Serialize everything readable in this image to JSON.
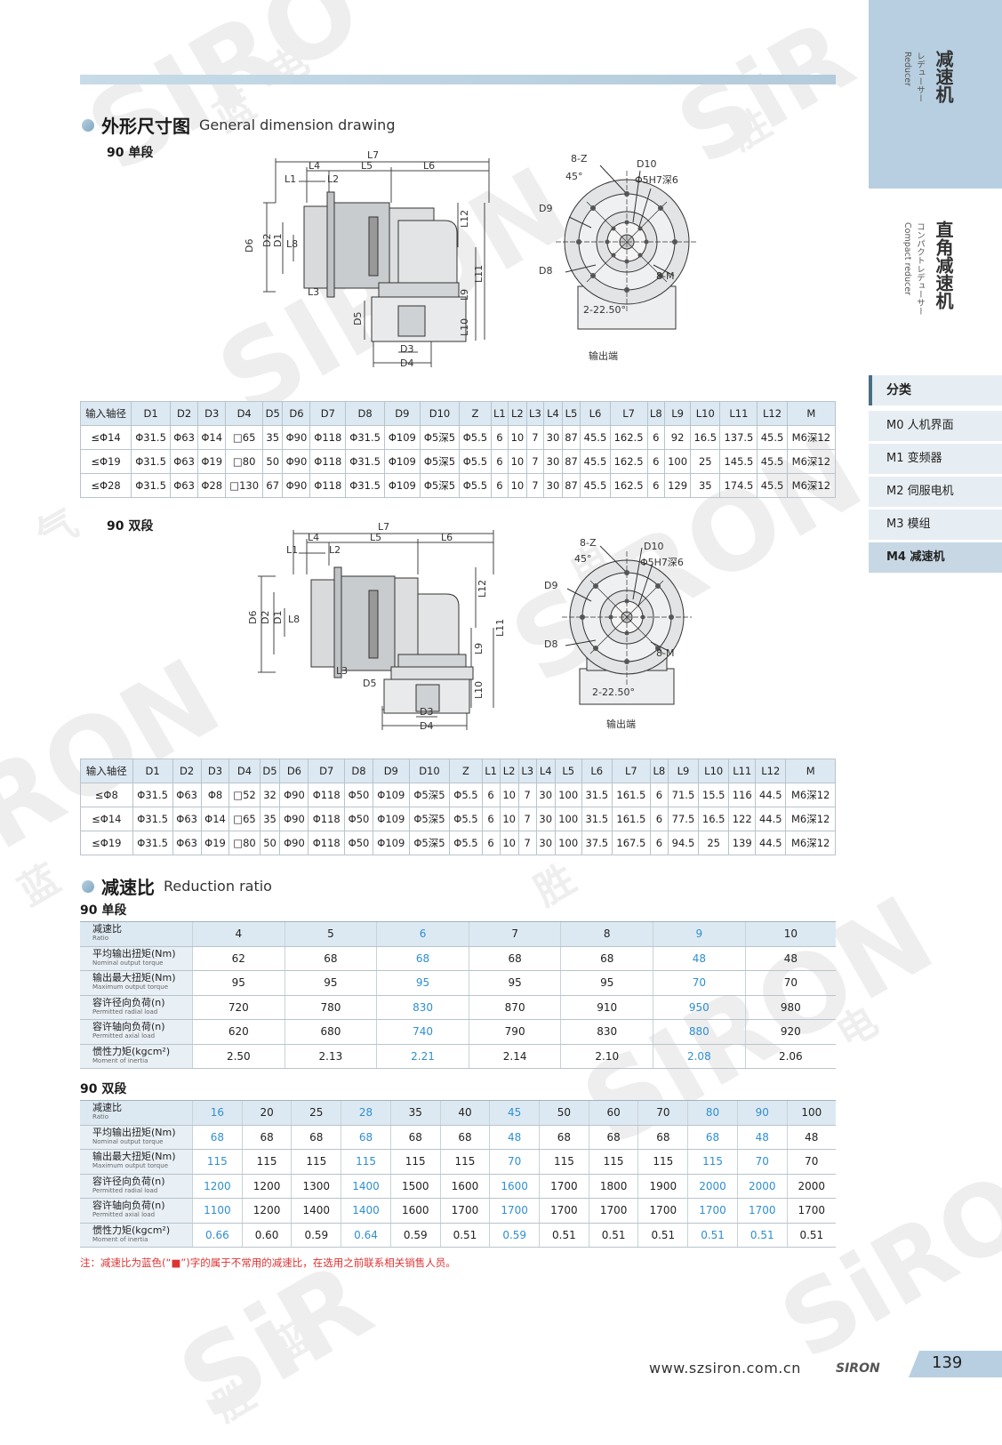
{
  "watermark_cn": [
    "电",
    "蓝",
    "胜",
    "气"
  ],
  "section1": {
    "title_cn": "外形尺寸图",
    "title_en": "General dimension drawing"
  },
  "single_stage_label": "90 单段",
  "double_stage_label": "90 双段",
  "drawing_labels": {
    "L7": "L7",
    "L4": "L4",
    "L5": "L5",
    "L6": "L6",
    "L1": "L1",
    "L2": "L2",
    "L3": "L3",
    "L8": "L8",
    "L9": "L9",
    "L10": "L10",
    "L11": "L11",
    "L12": "L12",
    "D1": "D1",
    "D2": "D2",
    "D3": "D3",
    "D4": "D4",
    "D5": "D5",
    "D6": "D6",
    "D8": "D8",
    "D9": "D9",
    "D10": "D10",
    "Z8": "8-Z",
    "angle45": "45°",
    "hole": "Φ5H7深6",
    "M8": "8-M",
    "angle22": "2-22.50°",
    "output": "输出端"
  },
  "dim_headers": [
    "输入轴径",
    "D1",
    "D2",
    "D3",
    "D4",
    "D5",
    "D6",
    "D7",
    "D8",
    "D9",
    "D10",
    "Z",
    "L1",
    "L2",
    "L3",
    "L4",
    "L5",
    "L6",
    "L7",
    "L8",
    "L9",
    "L10",
    "L11",
    "L12",
    "M"
  ],
  "dim_single": [
    [
      "≤Φ14",
      "Φ31.5",
      "Φ63",
      "Φ14",
      "□65",
      "35",
      "Φ90",
      "Φ118",
      "Φ31.5",
      "Φ109",
      "Φ5深5",
      "Φ5.5",
      "6",
      "10",
      "7",
      "30",
      "87",
      "45.5",
      "162.5",
      "6",
      "92",
      "16.5",
      "137.5",
      "45.5",
      "M6深12"
    ],
    [
      "≤Φ19",
      "Φ31.5",
      "Φ63",
      "Φ19",
      "□80",
      "50",
      "Φ90",
      "Φ118",
      "Φ31.5",
      "Φ109",
      "Φ5深5",
      "Φ5.5",
      "6",
      "10",
      "7",
      "30",
      "87",
      "45.5",
      "162.5",
      "6",
      "100",
      "25",
      "145.5",
      "45.5",
      "M6深12"
    ],
    [
      "≤Φ28",
      "Φ31.5",
      "Φ63",
      "Φ28",
      "□130",
      "67",
      "Φ90",
      "Φ118",
      "Φ31.5",
      "Φ109",
      "Φ5深5",
      "Φ5.5",
      "6",
      "10",
      "7",
      "30",
      "87",
      "45.5",
      "162.5",
      "6",
      "129",
      "35",
      "174.5",
      "45.5",
      "M6深12"
    ]
  ],
  "dim_double": [
    [
      "≤Φ8",
      "Φ31.5",
      "Φ63",
      "Φ8",
      "□52",
      "32",
      "Φ90",
      "Φ118",
      "Φ50",
      "Φ109",
      "Φ5深5",
      "Φ5.5",
      "6",
      "10",
      "7",
      "30",
      "100",
      "31.5",
      "161.5",
      "6",
      "71.5",
      "15.5",
      "116",
      "44.5",
      "M6深12"
    ],
    [
      "≤Φ14",
      "Φ31.5",
      "Φ63",
      "Φ14",
      "□65",
      "35",
      "Φ90",
      "Φ118",
      "Φ50",
      "Φ109",
      "Φ5深5",
      "Φ5.5",
      "6",
      "10",
      "7",
      "30",
      "100",
      "31.5",
      "161.5",
      "6",
      "77.5",
      "16.5",
      "122",
      "44.5",
      "M6深12"
    ],
    [
      "≤Φ19",
      "Φ31.5",
      "Φ63",
      "Φ19",
      "□80",
      "50",
      "Φ90",
      "Φ118",
      "Φ50",
      "Φ109",
      "Φ5深5",
      "Φ5.5",
      "6",
      "10",
      "7",
      "30",
      "100",
      "37.5",
      "167.5",
      "6",
      "94.5",
      "25",
      "139",
      "44.5",
      "M6深12"
    ]
  ],
  "section2": {
    "title_cn": "减速比",
    "title_en": "Reduction ratio"
  },
  "ratio_row_labels": [
    {
      "cn": "减速比",
      "en": "Ratio"
    },
    {
      "cn": "平均输出扭矩(Nm)",
      "en": "Nominal output torque"
    },
    {
      "cn": "输出最大扭矩(Nm)",
      "en": "Maximum output torque"
    },
    {
      "cn": "容许径向负荷(n)",
      "en": "Permitted radial load"
    },
    {
      "cn": "容许轴向负荷(n)",
      "en": "Permitted axial load"
    },
    {
      "cn": "惯性力矩(kgcm²)",
      "en": "Moment of inertia"
    }
  ],
  "ratio_single": {
    "blue_cols": [
      2,
      5
    ],
    "rows": [
      [
        "4",
        "5",
        "6",
        "7",
        "8",
        "9",
        "10"
      ],
      [
        "62",
        "68",
        "68",
        "68",
        "68",
        "48",
        "48"
      ],
      [
        "95",
        "95",
        "95",
        "95",
        "95",
        "70",
        "70"
      ],
      [
        "720",
        "780",
        "830",
        "870",
        "910",
        "950",
        "980"
      ],
      [
        "620",
        "680",
        "740",
        "790",
        "830",
        "880",
        "920"
      ],
      [
        "2.50",
        "2.13",
        "2.21",
        "2.14",
        "2.10",
        "2.08",
        "2.06"
      ]
    ]
  },
  "ratio_double": {
    "blue_cols": [
      0,
      3,
      6,
      10,
      11
    ],
    "rows": [
      [
        "16",
        "20",
        "25",
        "28",
        "35",
        "40",
        "45",
        "50",
        "60",
        "70",
        "80",
        "90",
        "100"
      ],
      [
        "68",
        "68",
        "68",
        "68",
        "68",
        "68",
        "48",
        "68",
        "68",
        "68",
        "68",
        "48",
        "48"
      ],
      [
        "115",
        "115",
        "115",
        "115",
        "115",
        "115",
        "70",
        "115",
        "115",
        "115",
        "115",
        "70",
        "70"
      ],
      [
        "1200",
        "1200",
        "1300",
        "1400",
        "1500",
        "1600",
        "1600",
        "1700",
        "1800",
        "1900",
        "2000",
        "2000",
        "2000"
      ],
      [
        "1100",
        "1200",
        "1400",
        "1400",
        "1600",
        "1700",
        "1700",
        "1700",
        "1700",
        "1700",
        "1700",
        "1700",
        "1700"
      ],
      [
        "0.66",
        "0.60",
        "0.59",
        "0.64",
        "0.59",
        "0.51",
        "0.59",
        "0.51",
        "0.51",
        "0.51",
        "0.51",
        "0.51",
        "0.51"
      ]
    ]
  },
  "note": "注：减速比为蓝色(“■”)字的属于不常用的减速比，在选用之前联系相关销售人员。",
  "sidebar": {
    "title1": "减速机",
    "sub1_jp": "レデューサー",
    "sub1_en": "Reducer",
    "title2": "直角减速机",
    "sub2_jp": "コンパクトレデューサー",
    "sub2_en": "Compact reducer",
    "category_title": "分类",
    "items": [
      "M0 人机界面",
      "M1 变频器",
      "M2 伺服电机",
      "M3 模组",
      "M4 减速机"
    ]
  },
  "footer": {
    "url": "www.szsiron.com.cn",
    "logo": "SIRON",
    "page": "139"
  },
  "colors": {
    "blue_text": "#2f8fd0",
    "note_red": "#dd3333",
    "sidebar_blue": "#b7cfe0",
    "header_row": "#dde9f2"
  }
}
